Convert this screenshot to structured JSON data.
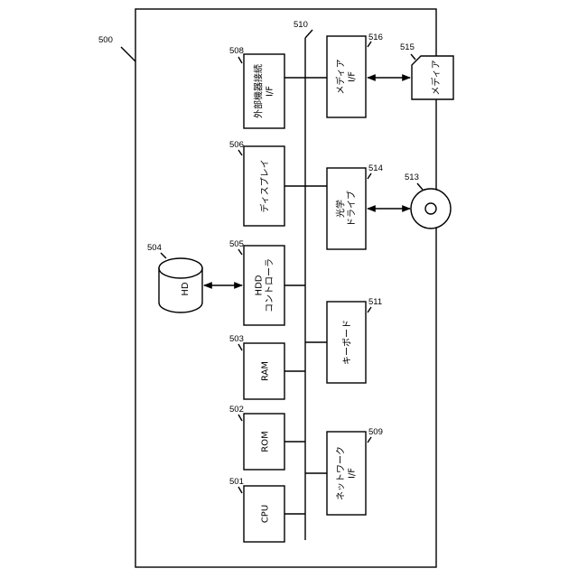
{
  "refs": {
    "r500": "500",
    "r501": "501",
    "r502": "502",
    "r503": "503",
    "r504": "504",
    "r505": "505",
    "r506": "506",
    "r508": "508",
    "r509": "509",
    "r510": "510",
    "r511": "511",
    "r513": "513",
    "r514": "514",
    "r515": "515",
    "r516": "516"
  },
  "labels": {
    "cpu": "CPU",
    "rom": "ROM",
    "ram": "RAM",
    "hdd_line1": "HDD",
    "hdd_line2": "コントローラ",
    "hd": "HD",
    "display": "ディスプレイ",
    "ext_line1": "外部機器接続",
    "ext_line2": "I/F",
    "net_line1": "ネットワーク",
    "net_line2": "I/F",
    "keyboard": "キーボード",
    "optical_line1": "光学",
    "optical_line2": "ドライブ",
    "media_if_line1": "メディア",
    "media_if_line2": "I/F",
    "media": "メディア"
  }
}
